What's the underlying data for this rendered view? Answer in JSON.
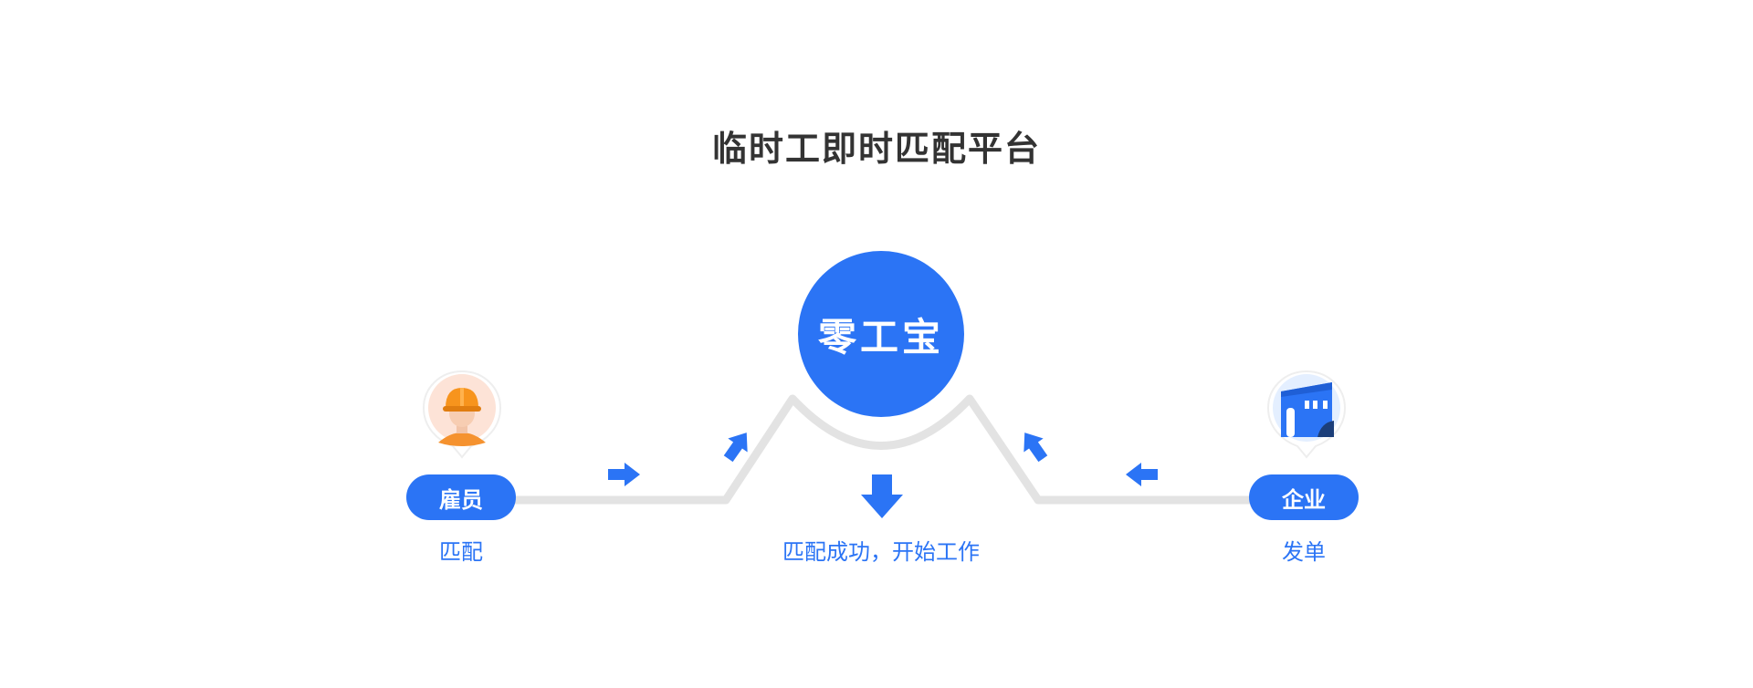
{
  "title": "临时工即时匹配平台",
  "hub": {
    "label": "零工宝"
  },
  "employee": {
    "pill_label": "雇员",
    "caption": "匹配",
    "icon": "worker-avatar-icon"
  },
  "employer": {
    "pill_label": "企业",
    "caption": "发单",
    "icon": "building-icon"
  },
  "center_caption": "匹配成功，开始工作",
  "colors": {
    "accent": "#2b74f5",
    "track": "#e3e3e3",
    "title": "#333333"
  }
}
